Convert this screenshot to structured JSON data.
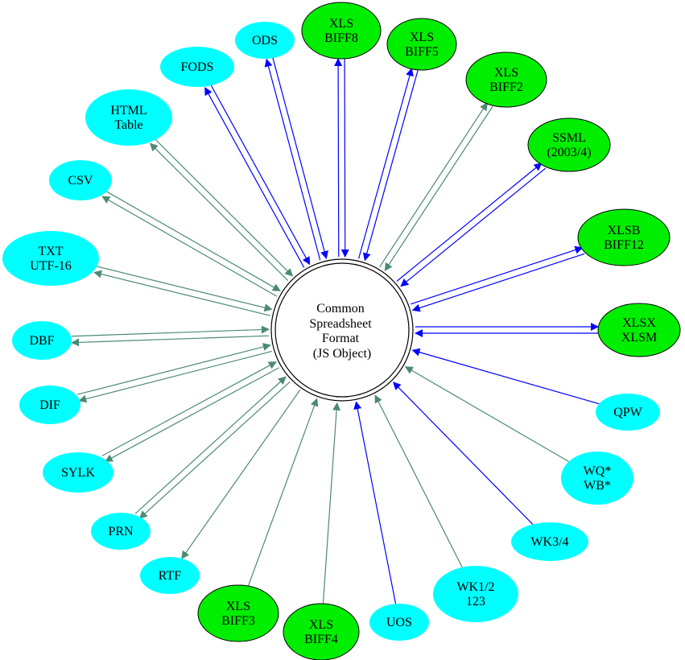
{
  "colors": {
    "green_node": "#00ee00",
    "cyan_node": "#00ffff",
    "blue_edge": "#0000ff",
    "teal_edge": "#4a8a73",
    "outline": "#000000"
  },
  "center": {
    "id": "csf",
    "lines": [
      "Common",
      "Spreadsheet",
      "Format",
      "(JS Object)"
    ]
  },
  "nodes": [
    {
      "id": "xls8",
      "lines": [
        "XLS",
        "BIFF8"
      ],
      "color": "green",
      "edge": "blue",
      "dir": "both"
    },
    {
      "id": "xls5",
      "lines": [
        "XLS",
        "BIFF5"
      ],
      "color": "green",
      "edge": "blue",
      "dir": "both"
    },
    {
      "id": "xls2",
      "lines": [
        "XLS",
        "BIFF2"
      ],
      "color": "green",
      "edge": "teal",
      "dir": "both"
    },
    {
      "id": "ssml",
      "lines": [
        "SSML",
        "(2003/4)"
      ],
      "color": "green",
      "edge": "blue",
      "dir": "both"
    },
    {
      "id": "xlsb",
      "lines": [
        "XLSB",
        "BIFF12"
      ],
      "color": "green",
      "edge": "blue",
      "dir": "both"
    },
    {
      "id": "xlsx",
      "lines": [
        "XLSX",
        "XLSM"
      ],
      "color": "green",
      "edge": "blue",
      "dir": "both"
    },
    {
      "id": "qpw",
      "lines": [
        "QPW"
      ],
      "color": "cyan",
      "edge": "blue",
      "dir": "to_center"
    },
    {
      "id": "wq",
      "lines": [
        "WQ*",
        "WB*"
      ],
      "color": "cyan",
      "edge": "teal",
      "dir": "to_center"
    },
    {
      "id": "wk34",
      "lines": [
        "WK3/4"
      ],
      "color": "cyan",
      "edge": "blue",
      "dir": "to_center"
    },
    {
      "id": "wk12",
      "lines": [
        "WK1/2",
        "123"
      ],
      "color": "cyan",
      "edge": "teal",
      "dir": "to_center"
    },
    {
      "id": "uos",
      "lines": [
        "UOS"
      ],
      "color": "cyan",
      "edge": "blue",
      "dir": "to_center"
    },
    {
      "id": "xls4",
      "lines": [
        "XLS",
        "BIFF4"
      ],
      "color": "green",
      "edge": "teal",
      "dir": "to_center"
    },
    {
      "id": "xls3",
      "lines": [
        "XLS",
        "BIFF3"
      ],
      "color": "green",
      "edge": "teal",
      "dir": "to_center"
    },
    {
      "id": "rtf",
      "lines": [
        "RTF"
      ],
      "color": "cyan",
      "edge": "teal",
      "dir": "from_center"
    },
    {
      "id": "prn",
      "lines": [
        "PRN"
      ],
      "color": "cyan",
      "edge": "teal",
      "dir": "both"
    },
    {
      "id": "sylk",
      "lines": [
        "SYLK"
      ],
      "color": "cyan",
      "edge": "teal",
      "dir": "both"
    },
    {
      "id": "dif",
      "lines": [
        "DIF"
      ],
      "color": "cyan",
      "edge": "teal",
      "dir": "both"
    },
    {
      "id": "dbf",
      "lines": [
        "DBF"
      ],
      "color": "cyan",
      "edge": "teal",
      "dir": "both"
    },
    {
      "id": "txt",
      "lines": [
        "TXT",
        "UTF-16"
      ],
      "color": "cyan",
      "edge": "teal",
      "dir": "both"
    },
    {
      "id": "csv",
      "lines": [
        "CSV"
      ],
      "color": "cyan",
      "edge": "teal",
      "dir": "both"
    },
    {
      "id": "html",
      "lines": [
        "HTML",
        "Table"
      ],
      "color": "cyan",
      "edge": "teal",
      "dir": "both"
    },
    {
      "id": "fods",
      "lines": [
        "FODS"
      ],
      "color": "cyan",
      "edge": "blue",
      "dir": "both"
    },
    {
      "id": "ods",
      "lines": [
        "ODS"
      ],
      "color": "cyan",
      "edge": "blue",
      "dir": "both"
    }
  ]
}
